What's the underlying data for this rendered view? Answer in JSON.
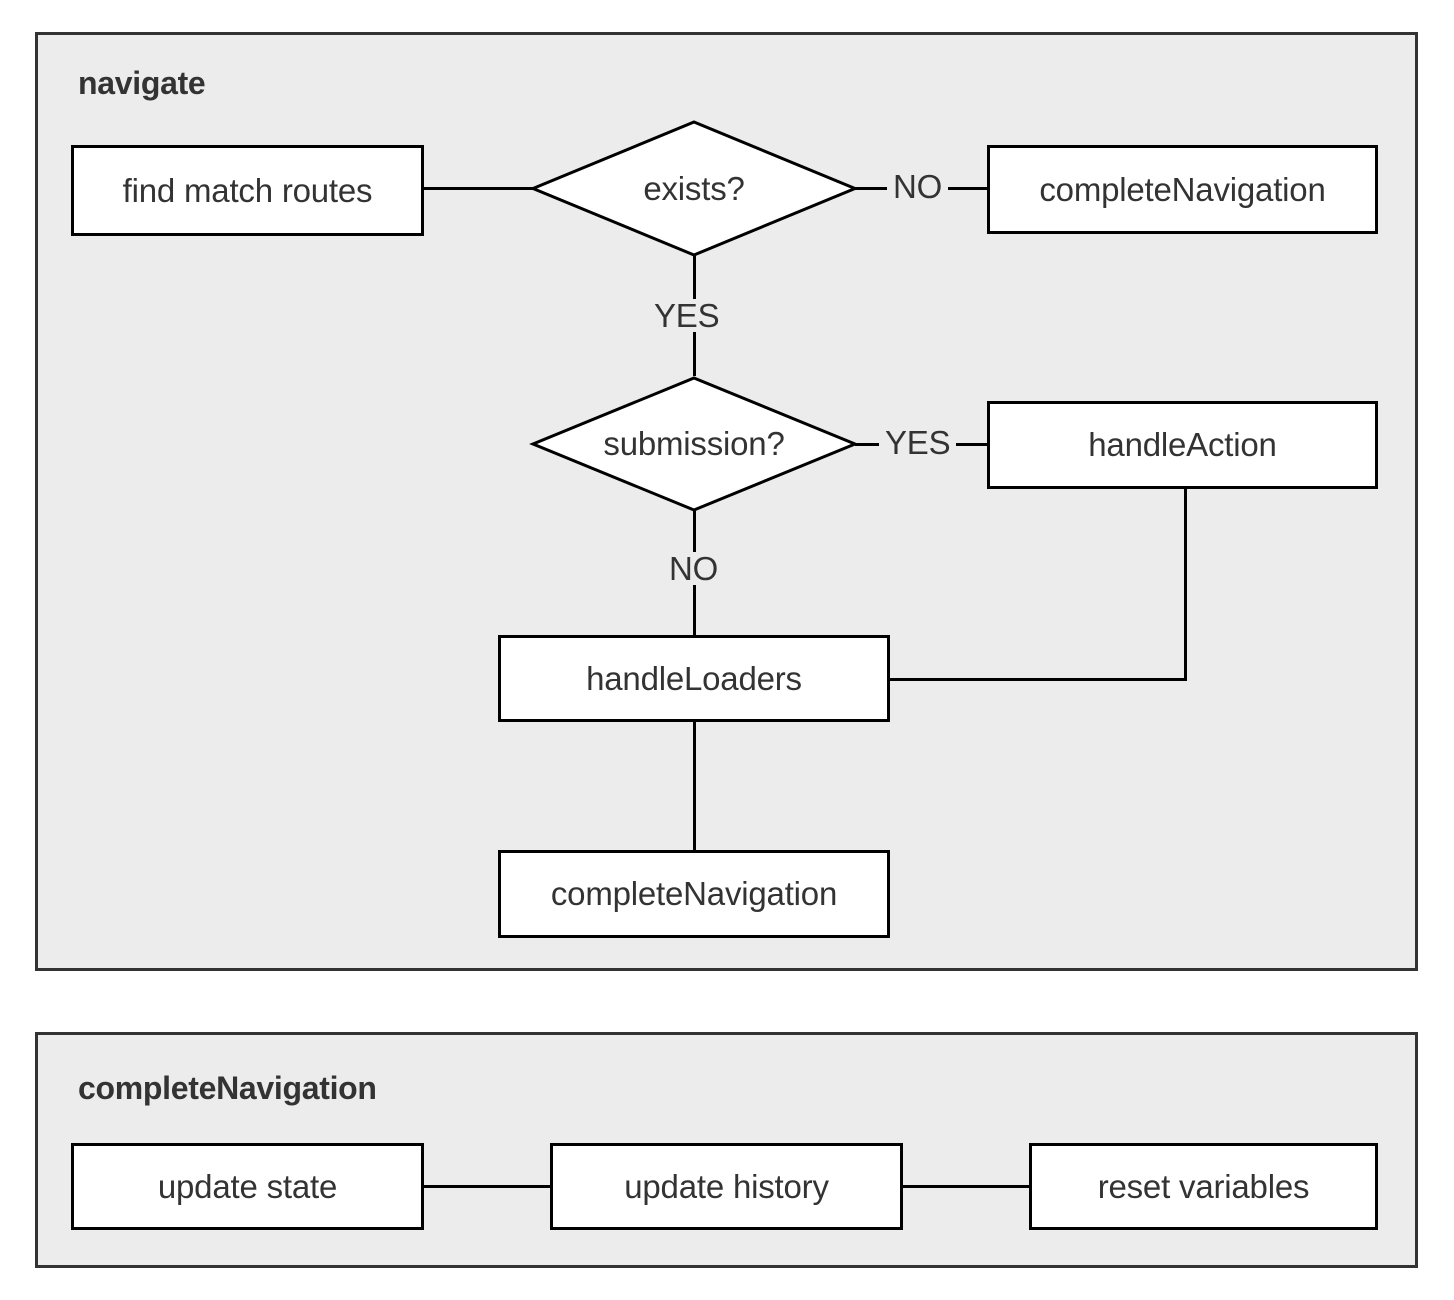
{
  "diagram": {
    "type": "flowchart",
    "title": "",
    "colors": {
      "subgraph_background": "#ececec",
      "subgraph_border": "#333333",
      "node_background": "#ffffff",
      "node_border": "#000000",
      "text": "#333333",
      "edge": "#000000",
      "page_background": "#ffffff"
    },
    "subgraphs": [
      {
        "id": "navigate",
        "title": "navigate",
        "nodes": [
          {
            "id": "find-match-routes",
            "label": "find match routes",
            "shape": "rect"
          },
          {
            "id": "exists",
            "label": "exists?",
            "shape": "diamond"
          },
          {
            "id": "complete-navigation-top",
            "label": "completeNavigation",
            "shape": "rect"
          },
          {
            "id": "submission",
            "label": "submission?",
            "shape": "diamond"
          },
          {
            "id": "handle-action",
            "label": "handleAction",
            "shape": "rect"
          },
          {
            "id": "handle-loaders",
            "label": "handleLoaders",
            "shape": "rect"
          },
          {
            "id": "complete-navigation-bottom",
            "label": "completeNavigation",
            "shape": "rect"
          }
        ],
        "edges": [
          {
            "from": "find-match-routes",
            "to": "exists",
            "label": ""
          },
          {
            "from": "exists",
            "to": "complete-navigation-top",
            "label": "NO"
          },
          {
            "from": "exists",
            "to": "submission",
            "label": "YES"
          },
          {
            "from": "submission",
            "to": "handle-action",
            "label": "YES"
          },
          {
            "from": "submission",
            "to": "handle-loaders",
            "label": "NO"
          },
          {
            "from": "handle-action",
            "to": "handle-loaders",
            "label": ""
          },
          {
            "from": "handle-loaders",
            "to": "complete-navigation-bottom",
            "label": ""
          }
        ]
      },
      {
        "id": "complete-navigation",
        "title": "completeNavigation",
        "nodes": [
          {
            "id": "update-state",
            "label": "update state",
            "shape": "rect"
          },
          {
            "id": "update-history",
            "label": "update history",
            "shape": "rect"
          },
          {
            "id": "reset-variables",
            "label": "reset variables",
            "shape": "rect"
          }
        ],
        "edges": [
          {
            "from": "update-state",
            "to": "update-history",
            "label": ""
          },
          {
            "from": "update-history",
            "to": "reset-variables",
            "label": ""
          }
        ]
      }
    ],
    "edge_labels": {
      "exists_no": "NO",
      "exists_yes": "YES",
      "submission_yes": "YES",
      "submission_no": "NO"
    }
  }
}
